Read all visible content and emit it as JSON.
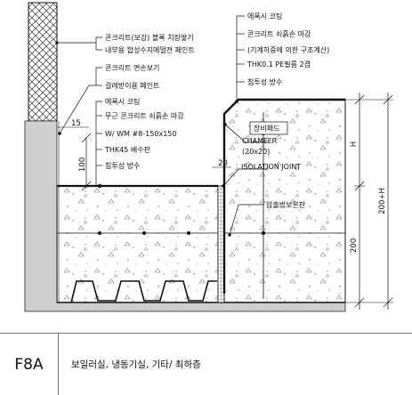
{
  "detail": {
    "code": "F8A",
    "description": "보일러실, 냉동기실, 기타/ 최하층"
  },
  "labels": {
    "wall_1": "콘크리트(보강)  블록 치장쌓기",
    "wall_2": "내부용 합성수지에멀젼 페인트",
    "face_1": "콘크리트 면손보기",
    "face_2": "걸레받이용 페인트",
    "curb_1": "에폭시 코팅",
    "curb_2": "무근 콘크리트 쇠흙손 마감",
    "curb_3": "W/ WM #8-150x150",
    "curb_4": "THK45 배수판",
    "curb_5": "침투성 방수",
    "pad_1": "에폭시 코팅",
    "pad_2": "콘크리트 쇠흙손 마감",
    "pad_3": "(기계하중에 의한 구조계산)",
    "pad_4": "THK0.1 PE필름 2겹",
    "pad_5": "침투성 방수",
    "equipment": "장비패드",
    "chamfer_1": "CHAMFER",
    "chamfer_2": "(20x20)",
    "isolation": "ISOLATION JOINT",
    "board": "압출법보온판"
  },
  "dimensions": {
    "d15": "15",
    "d100": "100",
    "d20": "20",
    "dH": "H",
    "d200": "200",
    "d200H": "200+H"
  }
}
